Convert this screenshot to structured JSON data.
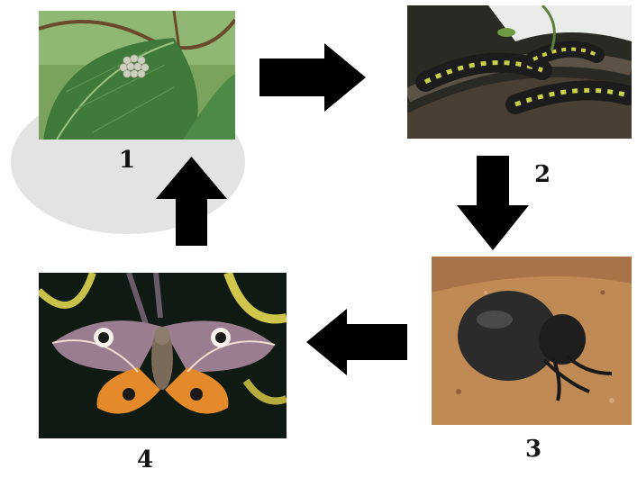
{
  "stages": [
    {
      "label": "1",
      "subject": "egg-cluster-on-leaf"
    },
    {
      "label": "2",
      "subject": "caterpillars-on-branch"
    },
    {
      "label": "3",
      "subject": "pupa-in-soil"
    },
    {
      "label": "4",
      "subject": "adult-moth"
    }
  ],
  "colors": {
    "arrow": "#000000",
    "highlight": "#e3e3e3",
    "leaf": "#3f7a3a",
    "caterpillar_band": "#c7d24a",
    "pupa": "#2b2b2b",
    "soil": "#c08a55",
    "moth_wing": "#9a7e8f",
    "moth_orange": "#e58a2a"
  },
  "arrows": [
    {
      "from": "1",
      "to": "2",
      "icon": "arrow-right-icon"
    },
    {
      "from": "2",
      "to": "3",
      "icon": "arrow-down-icon"
    },
    {
      "from": "3",
      "to": "4",
      "icon": "arrow-left-icon"
    },
    {
      "from": "4",
      "to": "1",
      "icon": "arrow-up-icon"
    }
  ]
}
